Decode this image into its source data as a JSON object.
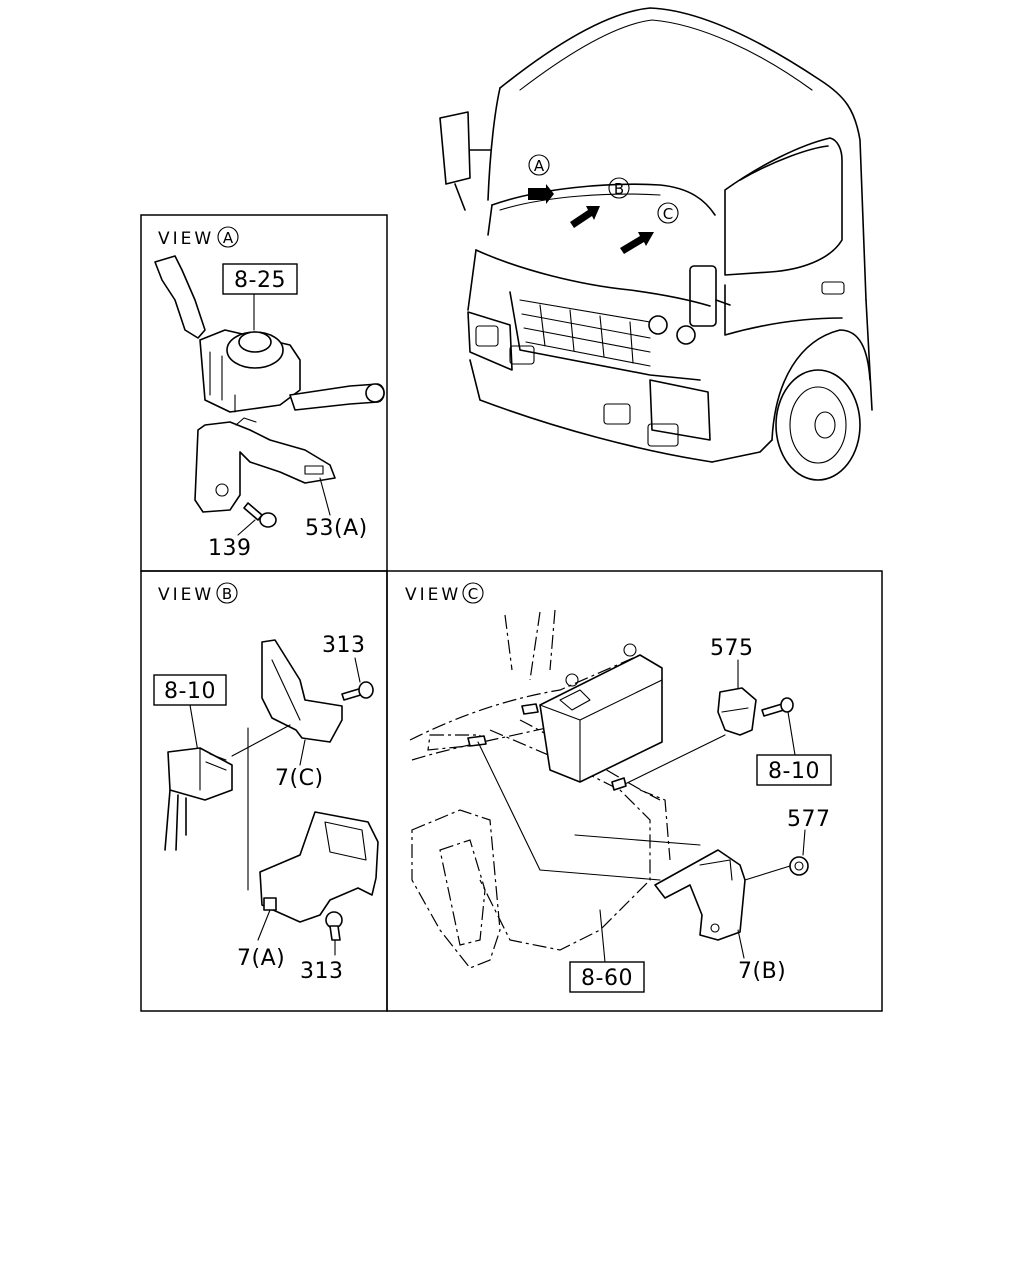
{
  "truck": {
    "view_marks": [
      "A",
      "B",
      "C"
    ]
  },
  "view_a": {
    "title": "VIEW",
    "mark": "A",
    "ref_box": "8-25",
    "callouts": [
      "53(A)",
      "139"
    ]
  },
  "view_b": {
    "title": "VIEW",
    "mark": "B",
    "ref_box": "8-10",
    "callouts": [
      "313",
      "7(C)",
      "7(A)",
      "313"
    ]
  },
  "view_c": {
    "title": "VIEW",
    "mark": "C",
    "ref_box_top": "8-10",
    "ref_box_bottom": "8-60",
    "callouts": [
      "575",
      "577",
      "7(B)"
    ]
  }
}
